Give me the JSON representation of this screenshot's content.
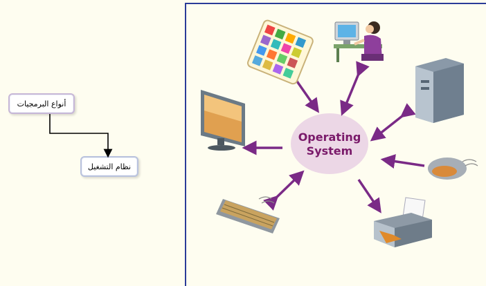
{
  "flowchart": {
    "node_top_label": "أنواع البرمجيات",
    "node_bottom_label": "نظام التشغيل"
  },
  "center": {
    "line1": "Operating",
    "line2": "System"
  },
  "colors": {
    "arrow": "#7a2a86",
    "ellipse": "#ecd7e6",
    "panel_border": "#2a3b98",
    "background": "#fefdf0"
  },
  "devices": [
    "tablet-icon",
    "user-at-computer-icon",
    "tower-pc-icon",
    "monitor-icon",
    "mouse-icon",
    "keyboard-icon",
    "printer-icon"
  ]
}
